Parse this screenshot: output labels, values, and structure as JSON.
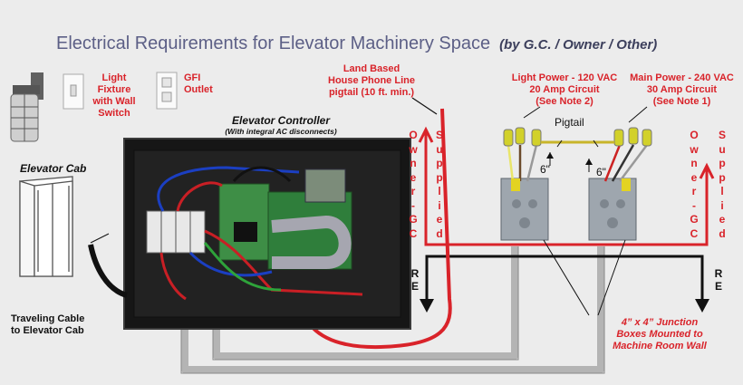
{
  "title": "Electrical Requirements for Elevator Machinery Space",
  "subtitle": "(by G.C. / Owner / Other)",
  "labels": {
    "light_fixture": [
      "Light",
      "Fixture",
      "with Wall",
      "Switch"
    ],
    "gfi_outlet": [
      "GFI",
      "Outlet"
    ],
    "phone_line": [
      "Land Based",
      "House Phone Line",
      "pigtail (10 ft. min.)"
    ],
    "light_power": [
      "Light Power - 120 VAC",
      "20 Amp Circuit",
      "(See Note 2)"
    ],
    "main_power": [
      "Main Power - 240 VAC",
      "30 Amp Circuit",
      "(See Note 1)"
    ],
    "pigtail": "Pigtail",
    "six_inch_left": "6\"",
    "six_inch_right": "6\"",
    "controller_title": "Elevator Controller",
    "controller_subtitle": "(With integral AC disconnects)",
    "elevator_cab": "Elevator Cab",
    "traveling_cable": [
      "Traveling Cable",
      "to Elevator Cab"
    ],
    "junction_boxes": [
      "4” x 4” Junction",
      "Boxes Mounted to",
      "Machine Room Wall"
    ],
    "owner_gc_left": [
      "O",
      "w",
      "n",
      "e",
      "r",
      "-",
      "G",
      "C"
    ],
    "supplied_left": [
      "S",
      "u",
      "p",
      "p",
      "l",
      "i",
      "e",
      "d"
    ],
    "owner_gc_right": [
      "O",
      "w",
      "n",
      "e",
      "r",
      "-",
      "G",
      "C"
    ],
    "supplied_right": [
      "S",
      "u",
      "p",
      "p",
      "l",
      "i",
      "e",
      "d"
    ],
    "re_left": [
      "R",
      "E"
    ],
    "re_right": [
      "R",
      "E"
    ]
  },
  "colors": {
    "title": "#5c5f86",
    "red_label": "#d9232a",
    "conduit": "#b4b4b4",
    "panel": "#161616"
  }
}
